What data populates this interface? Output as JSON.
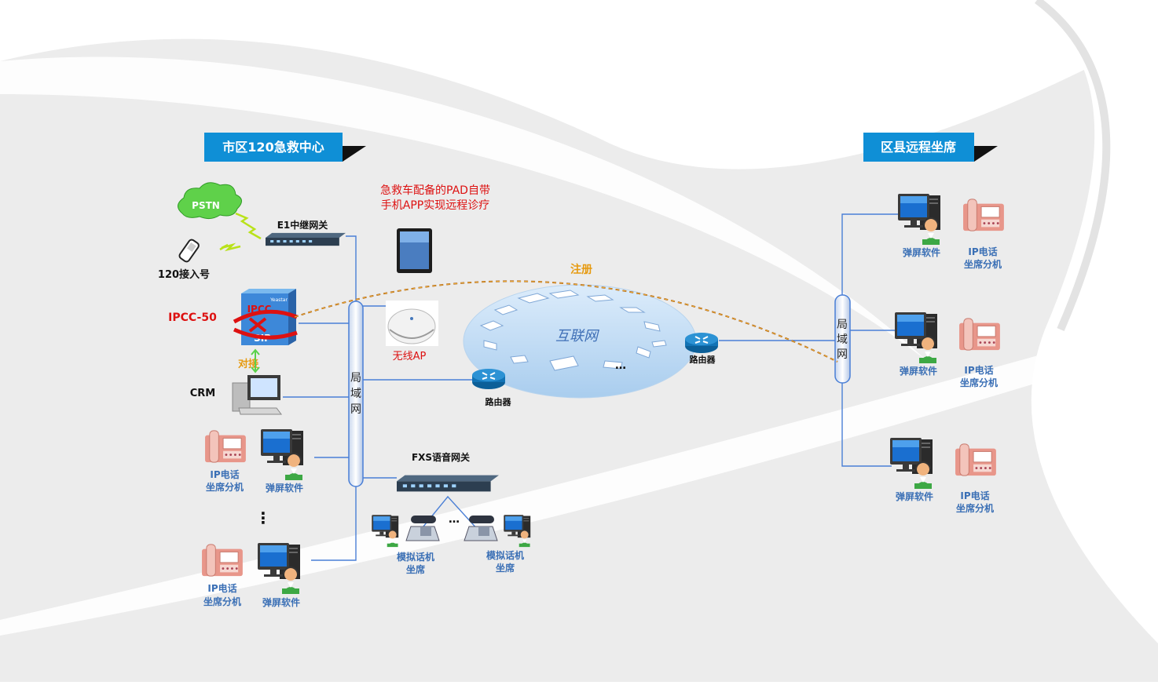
{
  "colors": {
    "panel_blue": "#0f8fd6",
    "link_blue": "#4a7fd6",
    "label_blue": "#3a6fb5",
    "red": "#dd1111",
    "orange": "#e69a10",
    "background_gray": "#ececec"
  },
  "left_section": {
    "title": "市区120急救中心",
    "pstn": "PSTN",
    "e1_gateway": "E1中继网关",
    "access_number": "120接入号",
    "ipcc": {
      "label": "IPCC-50",
      "box_top": "IPCC",
      "box_bottom": "SIP",
      "brand": "Yeastar"
    },
    "docking": "对接",
    "crm": "CRM",
    "pad_note_line1": "急救车配备的PAD自带",
    "pad_note_line2": "手机APP实现远程诊疗",
    "wireless_ap": "无线AP",
    "lan": [
      "局",
      "域",
      "网"
    ],
    "agents": [
      {
        "phone_line1": "IP电话",
        "phone_line2": "坐席分机",
        "pc": "弹屏软件"
      },
      {
        "phone_line1": "IP电话",
        "phone_line2": "坐席分机",
        "pc": "弹屏软件"
      }
    ],
    "vertical_dots": "⋮",
    "fxs_gateway": "FXS语音网关",
    "analog_seats": [
      {
        "line1": "模拟话机",
        "line2": "坐席"
      },
      {
        "line1": "模拟话机",
        "line2": "坐席"
      }
    ],
    "analog_dots": "…",
    "router": "路由器"
  },
  "center": {
    "internet": "互联网",
    "internet_dots": "…",
    "register": "注册",
    "router": "路由器"
  },
  "right_section": {
    "title": "区县远程坐席",
    "lan": [
      "局",
      "域",
      "网"
    ],
    "agents": [
      {
        "pc": "弹屏软件",
        "phone_line1": "IP电话",
        "phone_line2": "坐席分机"
      },
      {
        "pc": "弹屏软件",
        "phone_line1": "IP电话",
        "phone_line2": "坐席分机"
      },
      {
        "pc": "弹屏软件",
        "phone_line1": "IP电话",
        "phone_line2": "坐席分机"
      }
    ]
  }
}
